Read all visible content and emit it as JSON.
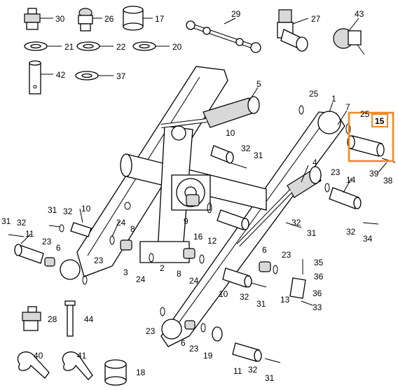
{
  "diagram": {
    "highlight_label": "15",
    "highlight_color": "#f08a24",
    "labels": {
      "n30": "30",
      "n26": "26",
      "n17": "17",
      "n29": "29",
      "n27": "27",
      "n43": "43",
      "n21": "21",
      "n22": "22",
      "n20": "20",
      "n42": "42",
      "n37": "37",
      "n5": "5",
      "n25a": "25",
      "n1": "1",
      "n7": "7",
      "n25b": "25",
      "n15": "15",
      "n10a": "10",
      "n32a": "32",
      "n31a": "31",
      "n39": "39",
      "n38": "38",
      "n4": "4",
      "n23a": "23",
      "n14": "14",
      "n31b": "31",
      "n32b": "32",
      "n10b": "10",
      "n24a": "24",
      "n8a": "8",
      "n9": "9",
      "n16": "16",
      "n12": "12",
      "n32c": "32",
      "n31c": "31",
      "n31d": "31",
      "n32d": "32",
      "n11a": "11",
      "n23b": "23",
      "n6a": "6",
      "n23c": "23",
      "n3": "3",
      "n24b": "24",
      "n2": "2",
      "n8b": "8",
      "n24c": "24",
      "n6b": "6",
      "n23d": "23",
      "n35": "35",
      "n36a": "36",
      "n36b": "36",
      "n33": "33",
      "n10c": "10",
      "n32e": "32",
      "n31e": "31",
      "n13": "13",
      "n32f": "32",
      "n34": "34",
      "n28": "28",
      "n44": "44",
      "n23e": "23",
      "n6c": "6",
      "n23f": "23",
      "n19": "19",
      "n11b": "11",
      "n32g": "32",
      "n31f": "31",
      "n40": "40",
      "n41": "41",
      "n18": "18"
    }
  }
}
